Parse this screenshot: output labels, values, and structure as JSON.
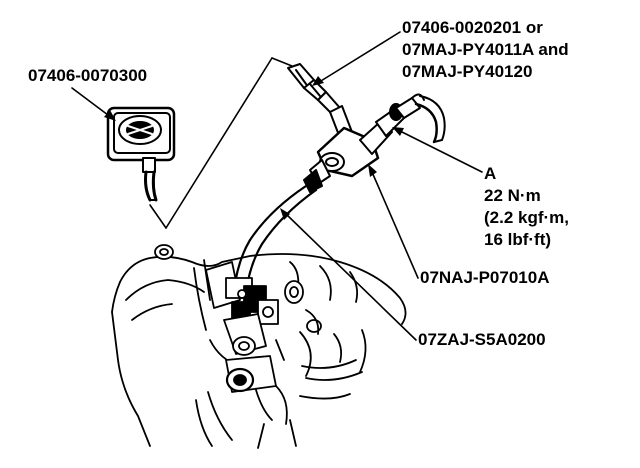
{
  "labels": {
    "tool_left": "07406-0070300",
    "tool_top_line1": "07406-0020201 or",
    "tool_top_line2": "07MAJ-PY4011A and",
    "tool_top_line3": "07MAJ-PY40120",
    "point_a_letter": "A",
    "point_a_torque_nm": "22 N·m",
    "point_a_torque_kgf": "(2.2 kgf·m,",
    "point_a_torque_lbf": "16 lbf·ft)",
    "hose_tool": "07NAJ-P07010A",
    "adapter_tool": "07ZAJ-S5A0200"
  },
  "colors": {
    "ink": "#000000",
    "paper": "#ffffff"
  }
}
